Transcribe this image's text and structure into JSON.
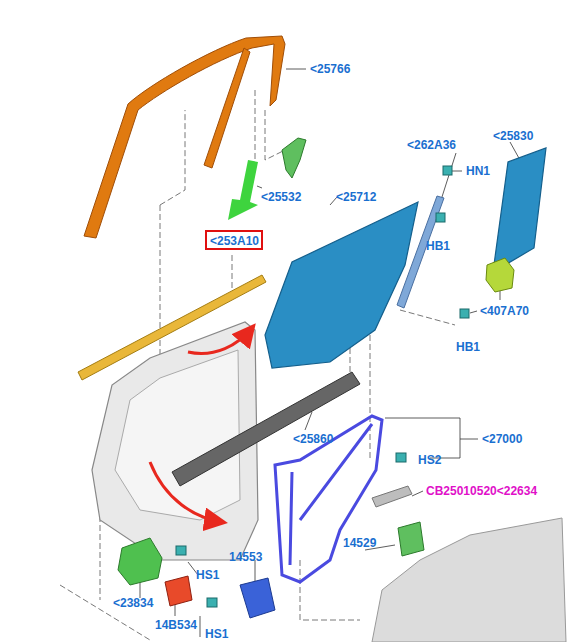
{
  "diagram": {
    "nodes": [
      {
        "text": [
          "<253A10"
        ]
      }
    ],
    "labels": [
      "<25766",
      "<25532",
      "<262A36",
      "<25830",
      "HN1",
      "<25712",
      "HB1",
      "<407A70",
      "HB1",
      "<25860",
      "<27000",
      "HS2",
      "CB25010520<22634",
      "14553",
      "14529",
      "<23834",
      "HS1",
      "14B534",
      "HS1"
    ]
  }
}
